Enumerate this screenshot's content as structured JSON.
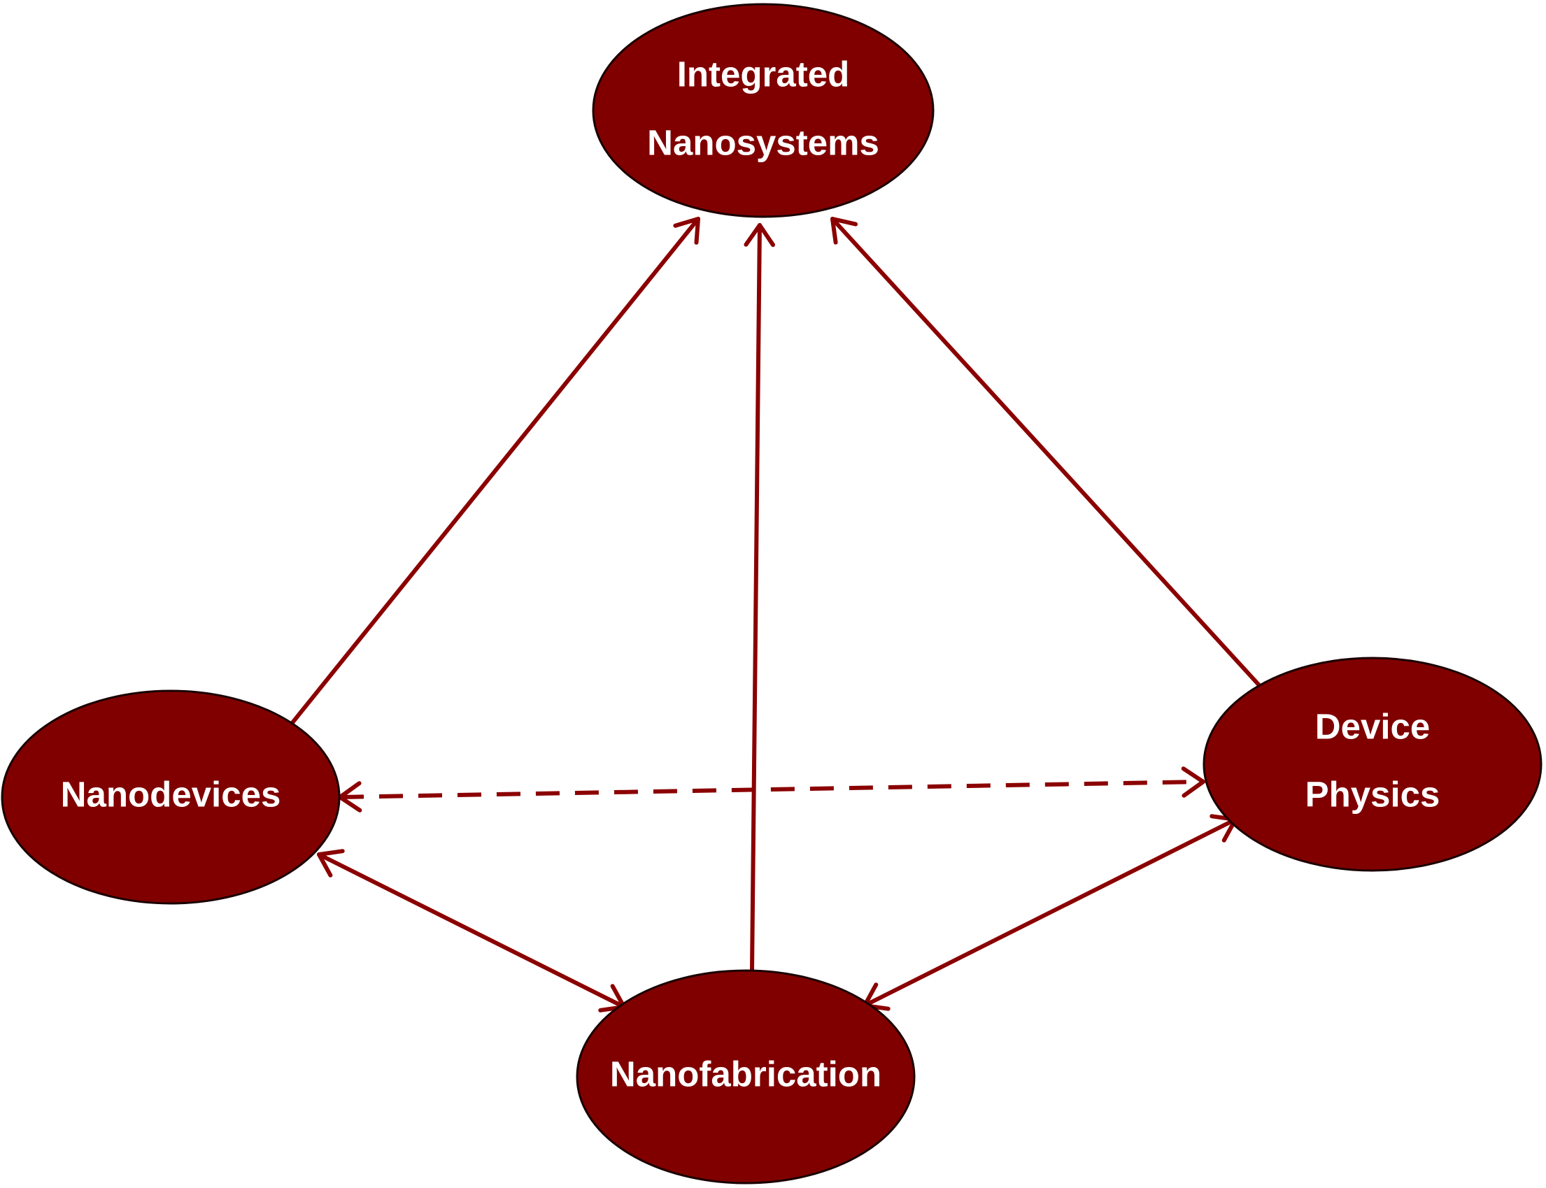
{
  "colors": {
    "node_fill": "#800000",
    "edge": "#8b0000",
    "label": "#ffffff",
    "background": "#ffffff"
  },
  "nodes": [
    {
      "id": "integrated-nanosystems",
      "lines": [
        "Integrated",
        "Nanosystems"
      ]
    },
    {
      "id": "nanodevices",
      "lines": [
        "Nanodevices"
      ]
    },
    {
      "id": "device-physics",
      "lines": [
        "Device",
        "Physics"
      ]
    },
    {
      "id": "nanofabrication",
      "lines": [
        "Nanofabrication"
      ]
    }
  ],
  "edges": [
    {
      "from": "nanodevices",
      "to": "integrated-nanosystems",
      "style": "solid",
      "direction": "forward"
    },
    {
      "from": "nanofabrication",
      "to": "integrated-nanosystems",
      "style": "solid",
      "direction": "forward"
    },
    {
      "from": "device-physics",
      "to": "integrated-nanosystems",
      "style": "solid",
      "direction": "forward"
    },
    {
      "from": "nanodevices",
      "to": "device-physics",
      "style": "dashed",
      "direction": "both"
    },
    {
      "from": "nanodevices",
      "to": "nanofabrication",
      "style": "solid",
      "direction": "both"
    },
    {
      "from": "nanofabrication",
      "to": "device-physics",
      "style": "solid",
      "direction": "both"
    }
  ]
}
